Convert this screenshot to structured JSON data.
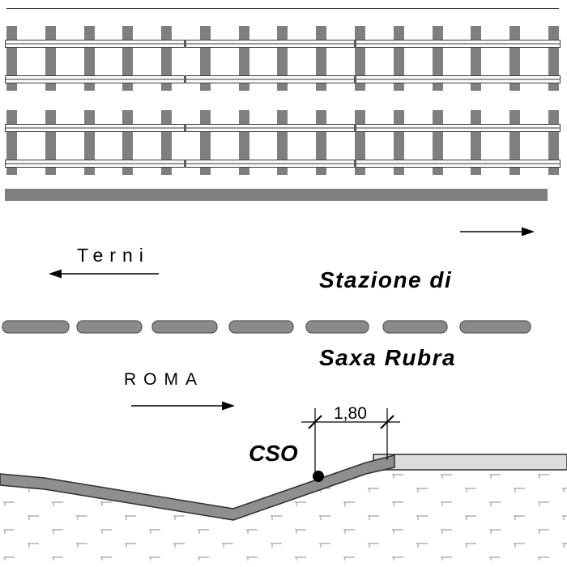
{
  "labels": {
    "station_line1": "Stazione di",
    "station_line2": "Saxa Rubra",
    "terni": "Terni",
    "roma": "ROMA",
    "cso": "CSO",
    "dimension": "1,80"
  },
  "colors": {
    "sleeper": "#7f7f7f",
    "platform": "#7f7f7f",
    "hedge": "#8a8a8a",
    "road_dark": "#8f8f8f",
    "road_light": "#dcdcdc",
    "outline": "#2f2f2f",
    "hatch": "#b0b0b0"
  },
  "diagram": {
    "track_count": 2,
    "sleepers_per_track": 15
  }
}
